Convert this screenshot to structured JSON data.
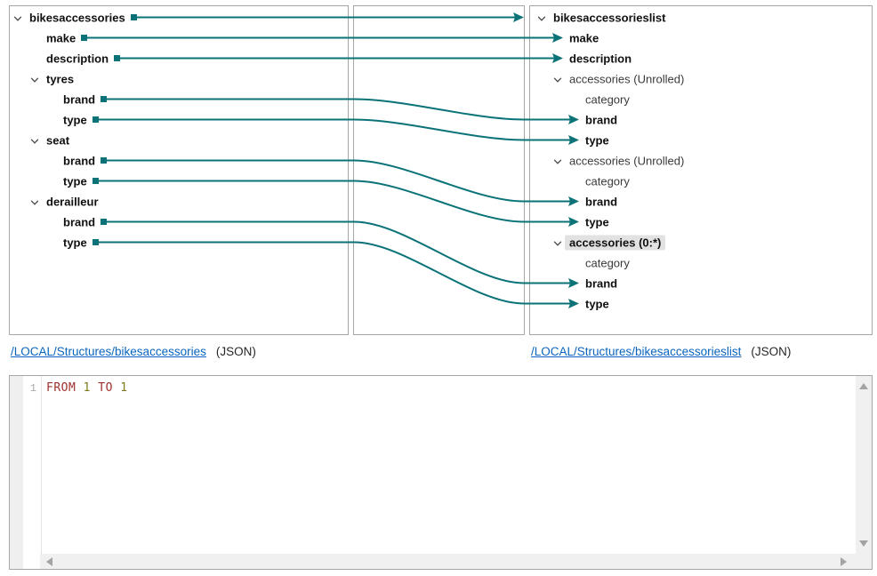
{
  "colors": {
    "teal": "#0b7378",
    "link_blue": "#0a64bd",
    "keyword_red": "#a0302c",
    "number_olive": "#7f7a18",
    "selection_gray": "#e2e2e2"
  },
  "icons": {
    "tree_expander": "chevron-down-icon",
    "mapping_connector": "square-and-arrow",
    "scroll_up": "triangle-up",
    "scroll_down": "triangle-down",
    "scroll_left": "triangle-left",
    "scroll_right": "triangle-right"
  },
  "source_tree": {
    "rows": [
      {
        "label": "bikesaccessories",
        "depth": 0,
        "bold": true,
        "expandable": true
      },
      {
        "label": "make",
        "depth": 1,
        "bold": true,
        "expandable": false
      },
      {
        "label": "description",
        "depth": 1,
        "bold": true,
        "expandable": false
      },
      {
        "label": "tyres",
        "depth": 1,
        "bold": true,
        "expandable": true
      },
      {
        "label": "brand",
        "depth": 2,
        "bold": true,
        "expandable": false
      },
      {
        "label": "type",
        "depth": 2,
        "bold": true,
        "expandable": false
      },
      {
        "label": "seat",
        "depth": 1,
        "bold": true,
        "expandable": true
      },
      {
        "label": "brand",
        "depth": 2,
        "bold": true,
        "expandable": false
      },
      {
        "label": "type",
        "depth": 2,
        "bold": true,
        "expandable": false
      },
      {
        "label": "derailleur",
        "depth": 1,
        "bold": true,
        "expandable": true
      },
      {
        "label": "brand",
        "depth": 2,
        "bold": true,
        "expandable": false
      },
      {
        "label": "type",
        "depth": 2,
        "bold": true,
        "expandable": false
      }
    ]
  },
  "target_tree": {
    "rows": [
      {
        "label": "bikesaccessorieslist",
        "depth": 0,
        "bold": true,
        "expandable": true
      },
      {
        "label": "make",
        "depth": 1,
        "bold": true,
        "expandable": false
      },
      {
        "label": "description",
        "depth": 1,
        "bold": true,
        "expandable": false
      },
      {
        "label": "accessories (Unrolled)",
        "depth": 1,
        "bold": false,
        "expandable": true
      },
      {
        "label": "category",
        "depth": 2,
        "bold": false,
        "expandable": false
      },
      {
        "label": "brand",
        "depth": 2,
        "bold": true,
        "expandable": false
      },
      {
        "label": "type",
        "depth": 2,
        "bold": true,
        "expandable": false
      },
      {
        "label": "accessories (Unrolled)",
        "depth": 1,
        "bold": false,
        "expandable": true
      },
      {
        "label": "category",
        "depth": 2,
        "bold": false,
        "expandable": false
      },
      {
        "label": "brand",
        "depth": 2,
        "bold": true,
        "expandable": false
      },
      {
        "label": "type",
        "depth": 2,
        "bold": true,
        "expandable": false
      },
      {
        "label": "accessories (0:*)",
        "depth": 1,
        "bold": true,
        "expandable": true,
        "highlighted": true
      },
      {
        "label": "category",
        "depth": 2,
        "bold": false,
        "expandable": false
      },
      {
        "label": "brand",
        "depth": 2,
        "bold": true,
        "expandable": false
      },
      {
        "label": "type",
        "depth": 2,
        "bold": true,
        "expandable": false
      }
    ]
  },
  "mappings": [
    {
      "from": 0,
      "to": 0,
      "to_panel_edge": true
    },
    {
      "from": 1,
      "to": 1
    },
    {
      "from": 2,
      "to": 2
    },
    {
      "from": 4,
      "to": 5
    },
    {
      "from": 5,
      "to": 6
    },
    {
      "from": 7,
      "to": 9
    },
    {
      "from": 8,
      "to": 10
    },
    {
      "from": 10,
      "to": 13
    },
    {
      "from": 11,
      "to": 14
    }
  ],
  "links": {
    "left": {
      "path": "/LOCAL/Structures/bikesaccessories",
      "format": "(JSON)"
    },
    "right": {
      "path": "/LOCAL/Structures/bikesaccessorieslist",
      "format": "(JSON)"
    }
  },
  "editor": {
    "line_number": "1",
    "code_tokens": [
      {
        "text": "FROM",
        "type": "keyword"
      },
      {
        "text": " ",
        "type": "plain"
      },
      {
        "text": "1",
        "type": "number"
      },
      {
        "text": " ",
        "type": "plain"
      },
      {
        "text": "TO",
        "type": "keyword"
      },
      {
        "text": " ",
        "type": "plain"
      },
      {
        "text": "1",
        "type": "number"
      }
    ]
  }
}
